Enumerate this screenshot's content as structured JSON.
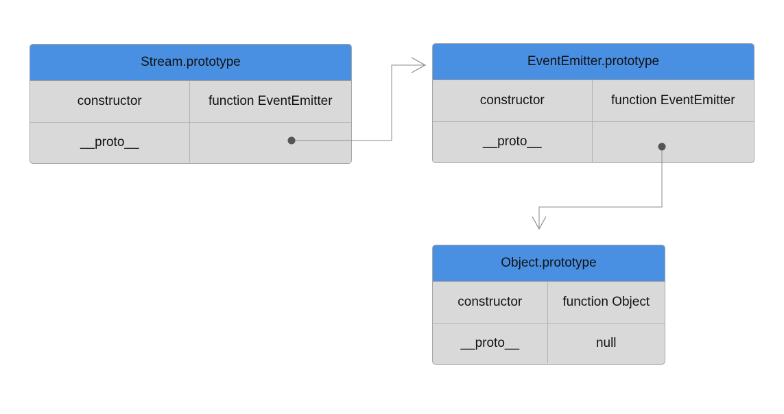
{
  "boxes": {
    "stream": {
      "title": "Stream.prototype",
      "rows": [
        {
          "key": "constructor",
          "value": "function EventEmitter"
        },
        {
          "key": "__proto__",
          "value": ""
        }
      ]
    },
    "event_emitter": {
      "title": "EventEmitter.prototype",
      "rows": [
        {
          "key": "constructor",
          "value": "function EventEmitter"
        },
        {
          "key": "__proto__",
          "value": ""
        }
      ]
    },
    "object": {
      "title": "Object.prototype",
      "rows": [
        {
          "key": "constructor",
          "value": "function Object"
        },
        {
          "key": "__proto__",
          "value": "null"
        }
      ]
    }
  },
  "colors": {
    "header": "#4a90e2",
    "body": "#d9d9d9",
    "connector": "#8a8a8a",
    "dot": "#555555"
  }
}
